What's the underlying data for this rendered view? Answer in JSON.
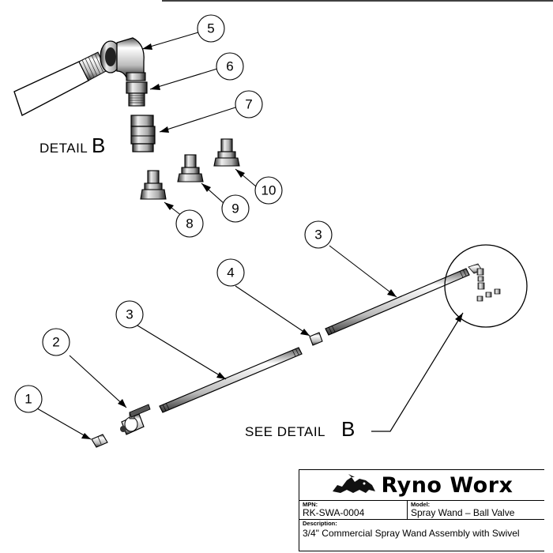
{
  "balloons": [
    {
      "id": "5",
      "label": "5"
    },
    {
      "id": "6",
      "label": "6"
    },
    {
      "id": "7",
      "label": "7"
    },
    {
      "id": "10",
      "label": "10"
    },
    {
      "id": "9",
      "label": "9"
    },
    {
      "id": "8",
      "label": "8"
    },
    {
      "id": "3a",
      "label": "3"
    },
    {
      "id": "4",
      "label": "4"
    },
    {
      "id": "3b",
      "label": "3"
    },
    {
      "id": "2",
      "label": "2"
    },
    {
      "id": "1",
      "label": "1"
    }
  ],
  "detail_label": {
    "text": "DETAIL",
    "letter": "B"
  },
  "see_detail_label": {
    "text": "SEE DETAIL",
    "letter": "B"
  },
  "title_block": {
    "logo_text": "Ryno Worx",
    "mpn_label": "MPN:",
    "mpn_value": "RK-SWA-0004",
    "model_label": "Model:",
    "model_value": "Spray Wand – Ball Valve",
    "description_label": "Description:",
    "description_value": "3/4\" Commercial Spray Wand Assembly with Swivel"
  }
}
